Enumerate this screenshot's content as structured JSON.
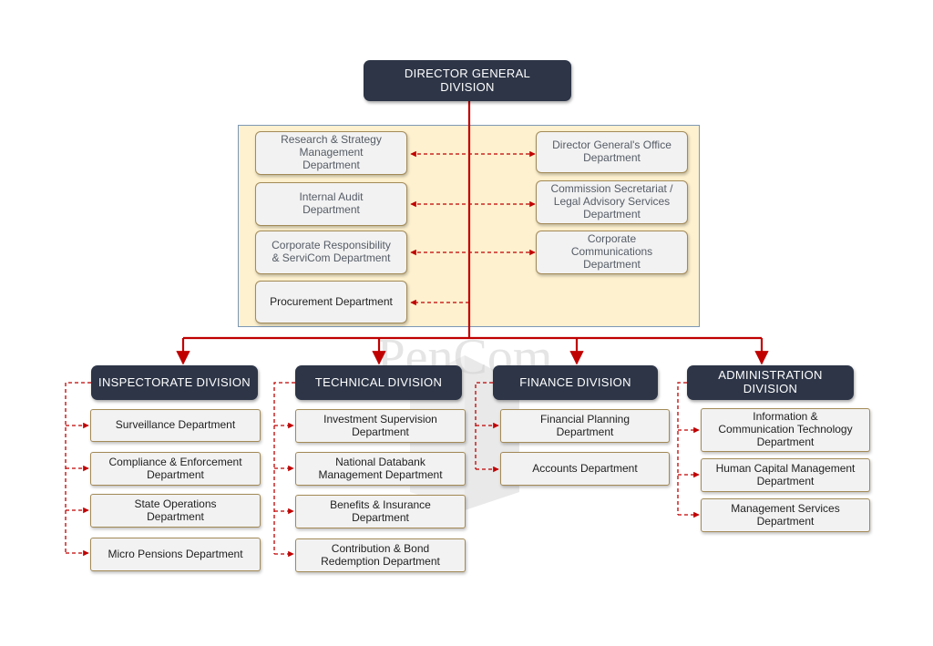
{
  "director": "DIRECTOR GENERAL\nDIVISION",
  "staff_left": [
    "Research & Strategy\nManagement\nDepartment",
    "Internal Audit\nDepartment",
    "Corporate Responsibility\n& ServiCom Department",
    "Procurement Department"
  ],
  "staff_right": [
    "Director General's Office\nDepartment",
    "Commission Secretariat /\nLegal Advisory Services\nDepartment",
    "Corporate\nCommunications\nDepartment"
  ],
  "divisions": [
    {
      "name": "INSPECTORATE DIVISION",
      "departments": [
        "Surveillance Department",
        "Compliance & Enforcement\nDepartment",
        "State Operations\nDepartment",
        "Micro Pensions Department"
      ]
    },
    {
      "name": "TECHNICAL DIVISION",
      "departments": [
        "Investment Supervision\nDepartment",
        "National Databank\nManagement Department",
        "Benefits & Insurance\nDepartment",
        "Contribution & Bond\nRedemption Department"
      ]
    },
    {
      "name": "FINANCE DIVISION",
      "departments": [
        "Financial Planning\nDepartment",
        "Accounts Department"
      ]
    },
    {
      "name": "ADMINISTRATION\nDIVISION",
      "departments": [
        "Information &\nCommunication Technology\nDepartment",
        "Human Capital Management\nDepartment",
        "Management Services\nDepartment"
      ]
    }
  ],
  "watermark_text": "PenCom",
  "colors": {
    "division_fill": "#2d3547",
    "line_red": "#c00000",
    "panel_fill": "#fdf1cf",
    "box_border": "#a38a57"
  }
}
